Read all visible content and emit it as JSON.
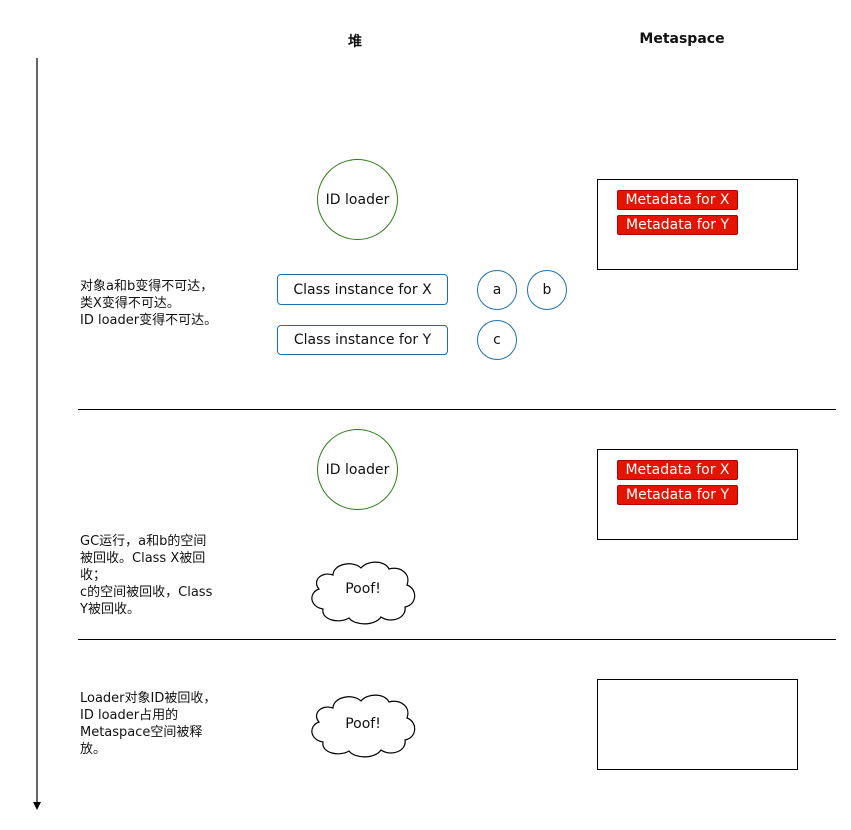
{
  "headers": {
    "heap": "堆",
    "metaspace": "Metaspace"
  },
  "stage1": {
    "note": "对象a和b变得不可达，\n类X变得不可达。\nID loader变得不可达。",
    "loader_label": "ID loader",
    "class_x_label": "Class instance for X",
    "class_y_label": "Class instance for Y",
    "object_a": "a",
    "object_b": "b",
    "object_c": "c",
    "metadata": [
      "Metadata for X",
      "Metadata for Y"
    ]
  },
  "stage2": {
    "note": "GC运行，a和b的空间\n被回收。Class X被回\n收；\nc的空间被回收，Class\nY被回收。",
    "loader_label": "ID loader",
    "cloud_label": "Poof!",
    "metadata": [
      "Metadata for X",
      "Metadata for Y"
    ]
  },
  "stage3": {
    "note": "Loader对象ID被回收，\nID loader占用的\nMetaspace空间被释\n放。",
    "cloud_label": "Poof!"
  },
  "colors": {
    "loader_border": "#2e7d1a",
    "instance_border": "#1f6fb0",
    "metadata_fill": "#e51400"
  }
}
